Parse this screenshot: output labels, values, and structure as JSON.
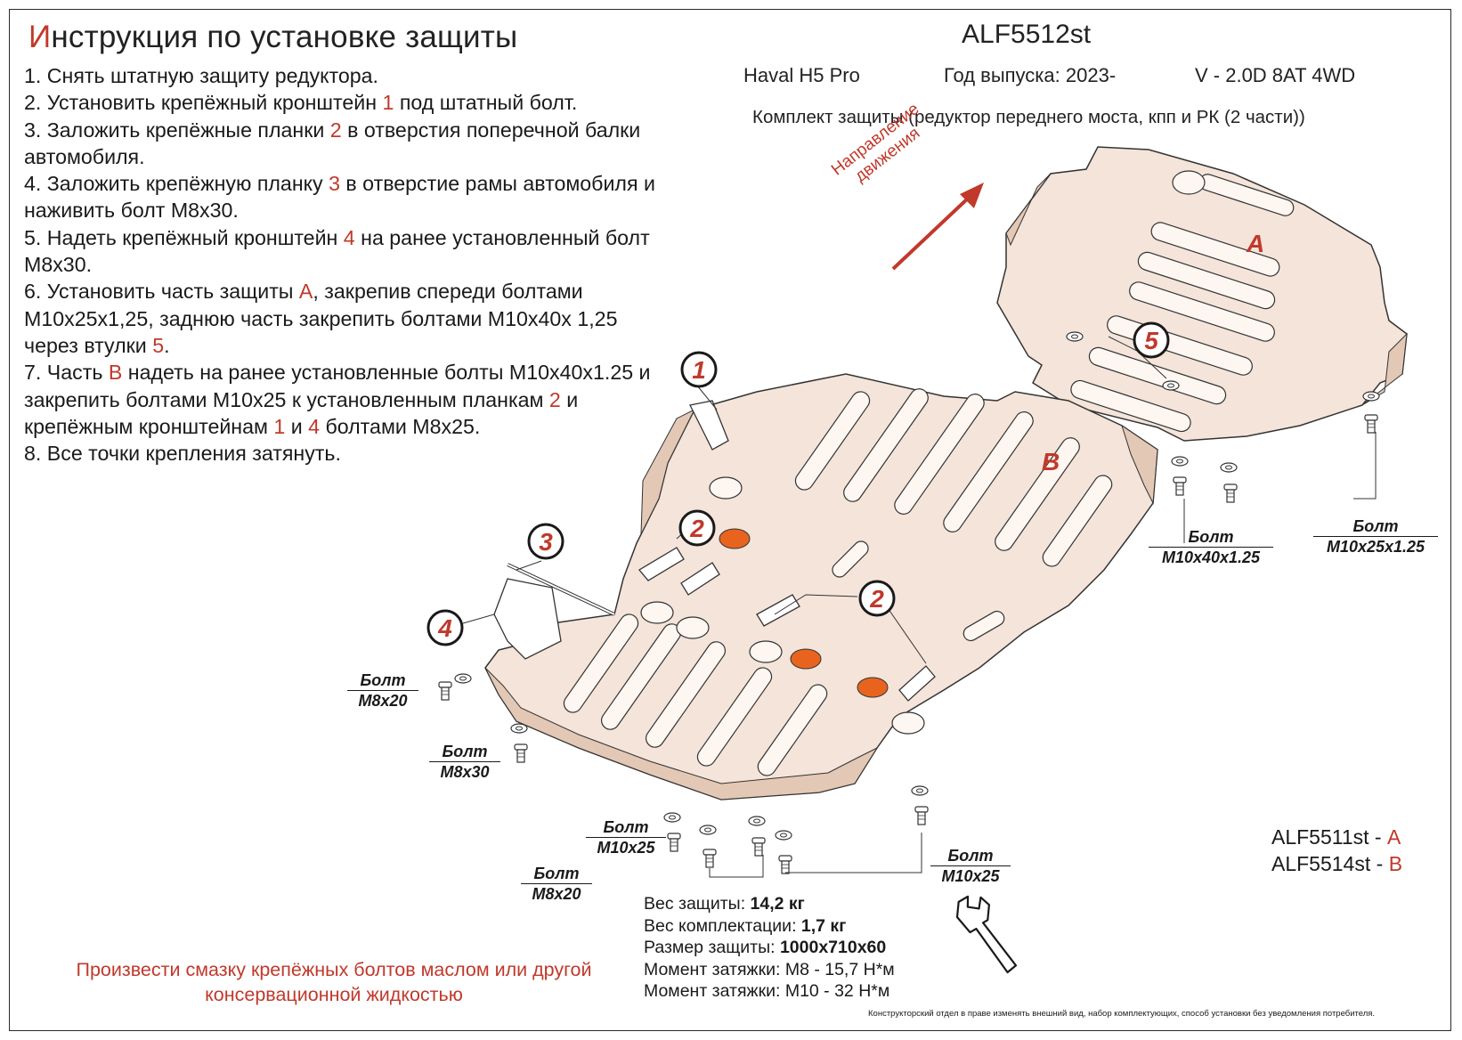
{
  "title": {
    "first_letter": "И",
    "rest": "нструкция по установке защиты"
  },
  "steps": [
    {
      "parts": [
        "1. Снять штатную защиту редуктора."
      ]
    },
    {
      "parts": [
        "2. Установить крепёжный кронштейн ",
        "1",
        " под штатный болт."
      ]
    },
    {
      "parts": [
        "3. Заложить крепёжные планки ",
        "2",
        " в отверстия поперечной балки автомобиля."
      ]
    },
    {
      "parts": [
        "4. Заложить крепёжную планку ",
        "3",
        " в отверстие рамы автомобиля и наживить болт М8х30."
      ]
    },
    {
      "parts": [
        "5. Надеть крепёжный кронштейн ",
        "4",
        " на ранее установленный болт М8х30."
      ]
    },
    {
      "parts": [
        "6. Установить часть защиты ",
        "А",
        ", закрепив спереди болтами М10х25х1,25, заднюю часть закрепить болтами М10х40х 1,25 через втулки ",
        "5",
        "."
      ]
    },
    {
      "parts": [
        "7. Часть ",
        "В",
        " надеть на ранее установленные болты М10х40х1.25 и закрепить болтами М10х25 к установленным планкам ",
        "2",
        " и крепёжным кронштейнам ",
        "1",
        " и ",
        "4",
        " болтами М8х25."
      ]
    },
    {
      "parts": [
        "8. Все точки крепления затянуть."
      ]
    }
  ],
  "header": {
    "article": "ALF5512st",
    "car": "Haval H5 Pro",
    "year": "Год выпуска: 2023-",
    "engine": "V - 2.0D 8AT 4WD",
    "kit": "Комплект защиты (редуктор переднего моста, кпп и РК (2 части))"
  },
  "direction": {
    "line1": "Направление",
    "line2": "движения"
  },
  "part_labels": {
    "a": "А",
    "b": "В",
    "c1": "1",
    "c2a": "2",
    "c2b": "2",
    "c3": "3",
    "c4": "4",
    "c5": "5"
  },
  "bolts": [
    {
      "title": "Болт",
      "size": "M10x40x1.25"
    },
    {
      "title": "Болт",
      "size": "M10x25x1.25"
    },
    {
      "title": "Болт",
      "size": "M8x20"
    },
    {
      "title": "Болт",
      "size": "M8x30"
    },
    {
      "title": "Болт",
      "size": "M10x25"
    },
    {
      "title": "Болт",
      "size": "M8x20"
    },
    {
      "title": "Болт",
      "size": "M10x25"
    }
  ],
  "codes": [
    {
      "code": "ALF5511st - ",
      "part": "А"
    },
    {
      "code": "ALF5514st - ",
      "part": "В"
    }
  ],
  "lube": "Произвести смазку крепёжных болтов маслом или другой консервационной жидкостью",
  "specs": [
    {
      "label": "Вес защиты: ",
      "value": "14,2 кг"
    },
    {
      "label": "Вес комплектации: ",
      "value": "1,7 кг"
    },
    {
      "label": "Размер защиты: ",
      "value": "1000x710x60"
    },
    {
      "label": "Момент затяжки: М8 - 15,7 Н*м",
      "value": ""
    },
    {
      "label": "Момент затяжки: М10 - 32 Н*м",
      "value": ""
    }
  ],
  "footnote": "Конструкторский отдел в праве изменять внешний вид, набор комплектующих, способ установки без уведомления потребителя.",
  "colors": {
    "accent": "#c0392b",
    "plate_fill": "#f4e4d9",
    "plate_side": "#e3c8b5",
    "slot_fill": "#fdf6f1",
    "logo_orange": "#e8641e"
  },
  "icons": [
    "wrench-icon",
    "direction-arrow-icon"
  ]
}
